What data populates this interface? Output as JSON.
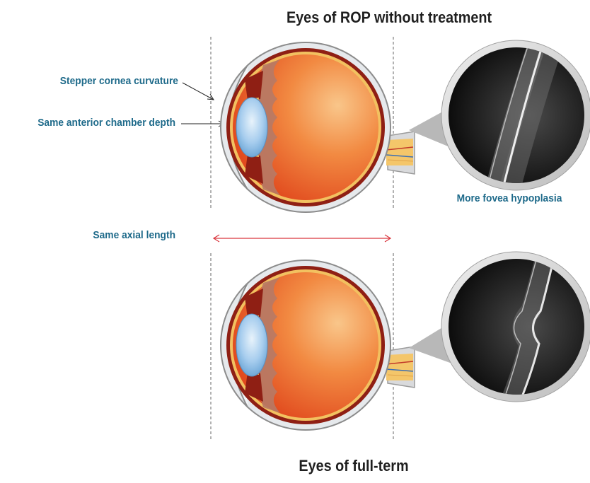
{
  "diagram": {
    "title_top": "Eyes of ROP without treatment",
    "title_bottom": "Eyes of full-term",
    "labels": {
      "cornea": "Stepper cornea curvature",
      "chamber": "Same anterior chamber depth",
      "axial": "Same axial length",
      "fovea": "More fovea hypoplasia"
    },
    "colors": {
      "label_text": "#1e6a8a",
      "title_text": "#1f1f1f",
      "axial_arrow": "#d9363e",
      "eyeball_interior": "#ee6a2c",
      "sclera": "#e6e9ec",
      "lens": "#9cc7ea",
      "oct_background": "#111111"
    }
  }
}
